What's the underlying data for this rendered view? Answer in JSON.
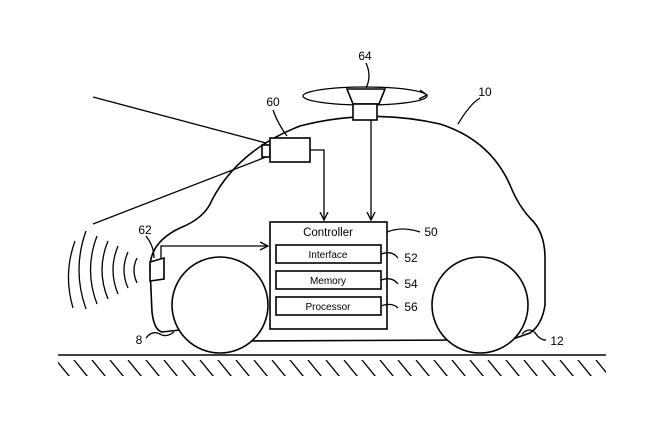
{
  "figure": {
    "refs": {
      "vehicle": "10",
      "front_wheel": "8",
      "rear_wheel": "12",
      "camera": "60",
      "radar": "62",
      "lidar": "64",
      "controller": "50",
      "interface": "52",
      "memory": "54",
      "processor": "56"
    },
    "controller": {
      "title": "Controller",
      "modules": {
        "interface": "Interface",
        "memory": "Memory",
        "processor": "Processor"
      }
    }
  }
}
